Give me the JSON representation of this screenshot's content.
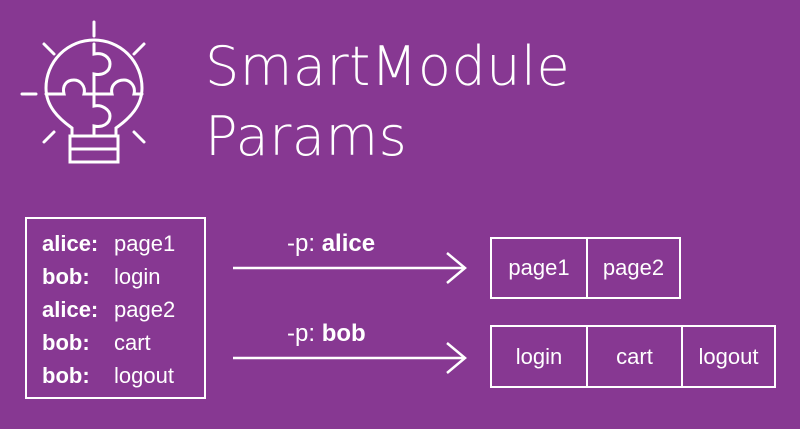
{
  "title": {
    "line1": "SmartModule",
    "line2": "Params"
  },
  "colors": {
    "background": "#873892",
    "foreground": "#ffffff"
  },
  "icon": "lightbulb-puzzle-icon",
  "input_stream": {
    "records": [
      {
        "key": "alice:",
        "value": "page1"
      },
      {
        "key": "bob:",
        "value": "login"
      },
      {
        "key": "alice:",
        "value": "page2"
      },
      {
        "key": "bob:",
        "value": "cart"
      },
      {
        "key": "bob:",
        "value": "logout"
      }
    ]
  },
  "filters": [
    {
      "prefix": "-p:",
      "param": "alice",
      "outputs": [
        "page1",
        "page2"
      ]
    },
    {
      "prefix": "-p:",
      "param": "bob",
      "outputs": [
        "login",
        "cart",
        "logout"
      ]
    }
  ]
}
